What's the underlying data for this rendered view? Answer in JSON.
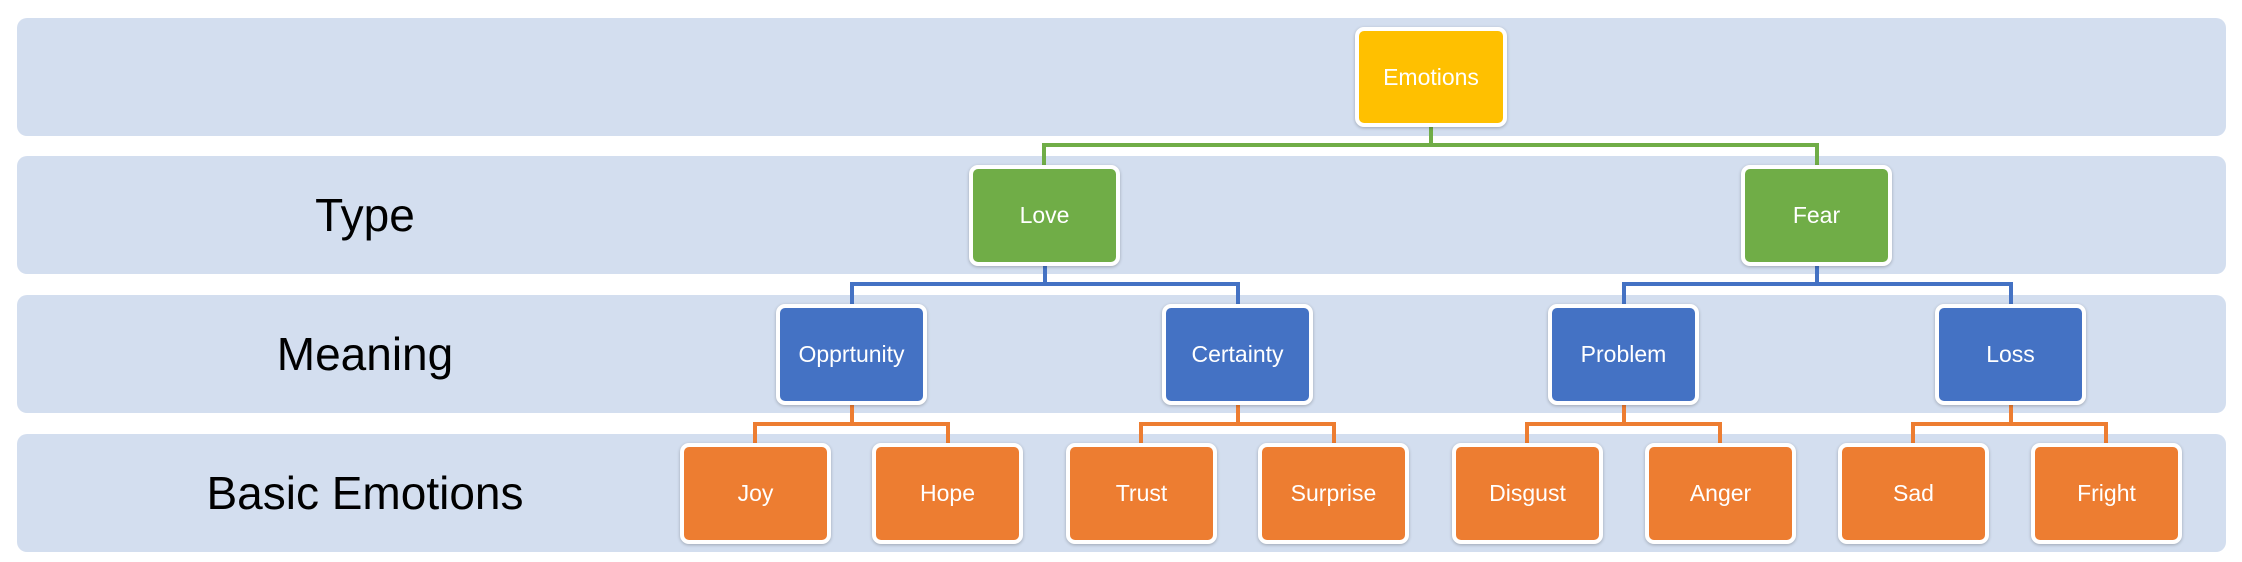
{
  "levels": {
    "root": "",
    "type": "Type",
    "meaning": "Meaning",
    "basic": "Basic Emotions"
  },
  "nodes": {
    "root": "Emotions",
    "type": [
      "Love",
      "Fear"
    ],
    "meaning": [
      "Opprtunity",
      "Certainty",
      "Problem",
      "Loss"
    ],
    "basic": [
      "Joy",
      "Hope",
      "Trust",
      "Surprise",
      "Disgust",
      "Anger",
      "Sad",
      "Fright"
    ]
  },
  "colors": {
    "band": "#d3deef",
    "root": "#ffc000",
    "type": "#70ad47",
    "meaning": "#4472c4",
    "basic": "#ed7d31",
    "label_text": "#000000",
    "node_text": "#ffffff"
  }
}
